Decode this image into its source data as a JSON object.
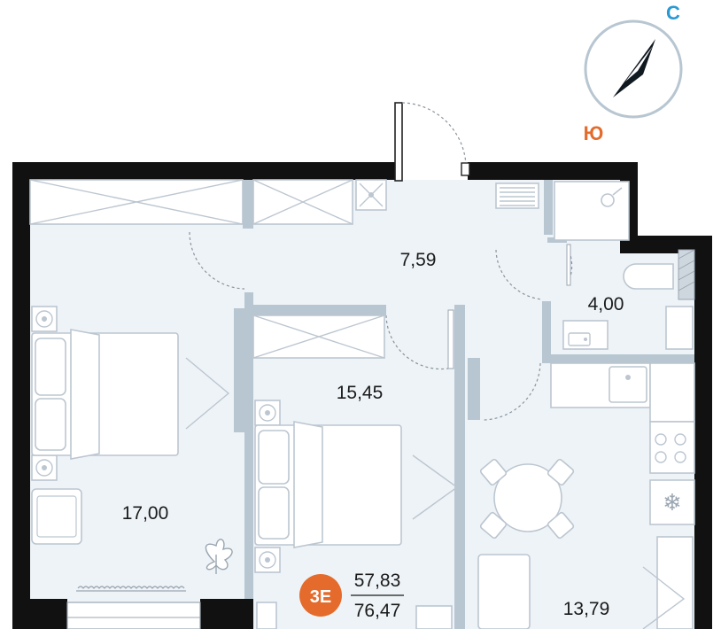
{
  "compass": {
    "north_label": "С",
    "south_label": "Ю",
    "north_color": "#2b9ad3",
    "south_color": "#e46b2c",
    "ring_color": "#b7c6d1",
    "needle_color": "#101820"
  },
  "rooms": [
    {
      "id": "hall",
      "area": "7,59"
    },
    {
      "id": "bathroom",
      "area": "4,00"
    },
    {
      "id": "bedroom-2",
      "area": "15,45"
    },
    {
      "id": "bedroom-1",
      "area": "17,00"
    },
    {
      "id": "kitchen-living",
      "area": "13,79"
    }
  ],
  "apartment": {
    "type_badge": "3Е",
    "badge_color": "#e46b2c",
    "living_area": "57,83",
    "total_area": "76,47"
  },
  "colors": {
    "floor": "#eef3f7",
    "walls": "#111111",
    "partitions": "#b7c6d1",
    "furniture_stroke": "#bcc6d0"
  },
  "icons": [
    "compass-needle-icon",
    "radiator-icon",
    "snowflake-icon",
    "plant-icon",
    "fan-icon"
  ]
}
